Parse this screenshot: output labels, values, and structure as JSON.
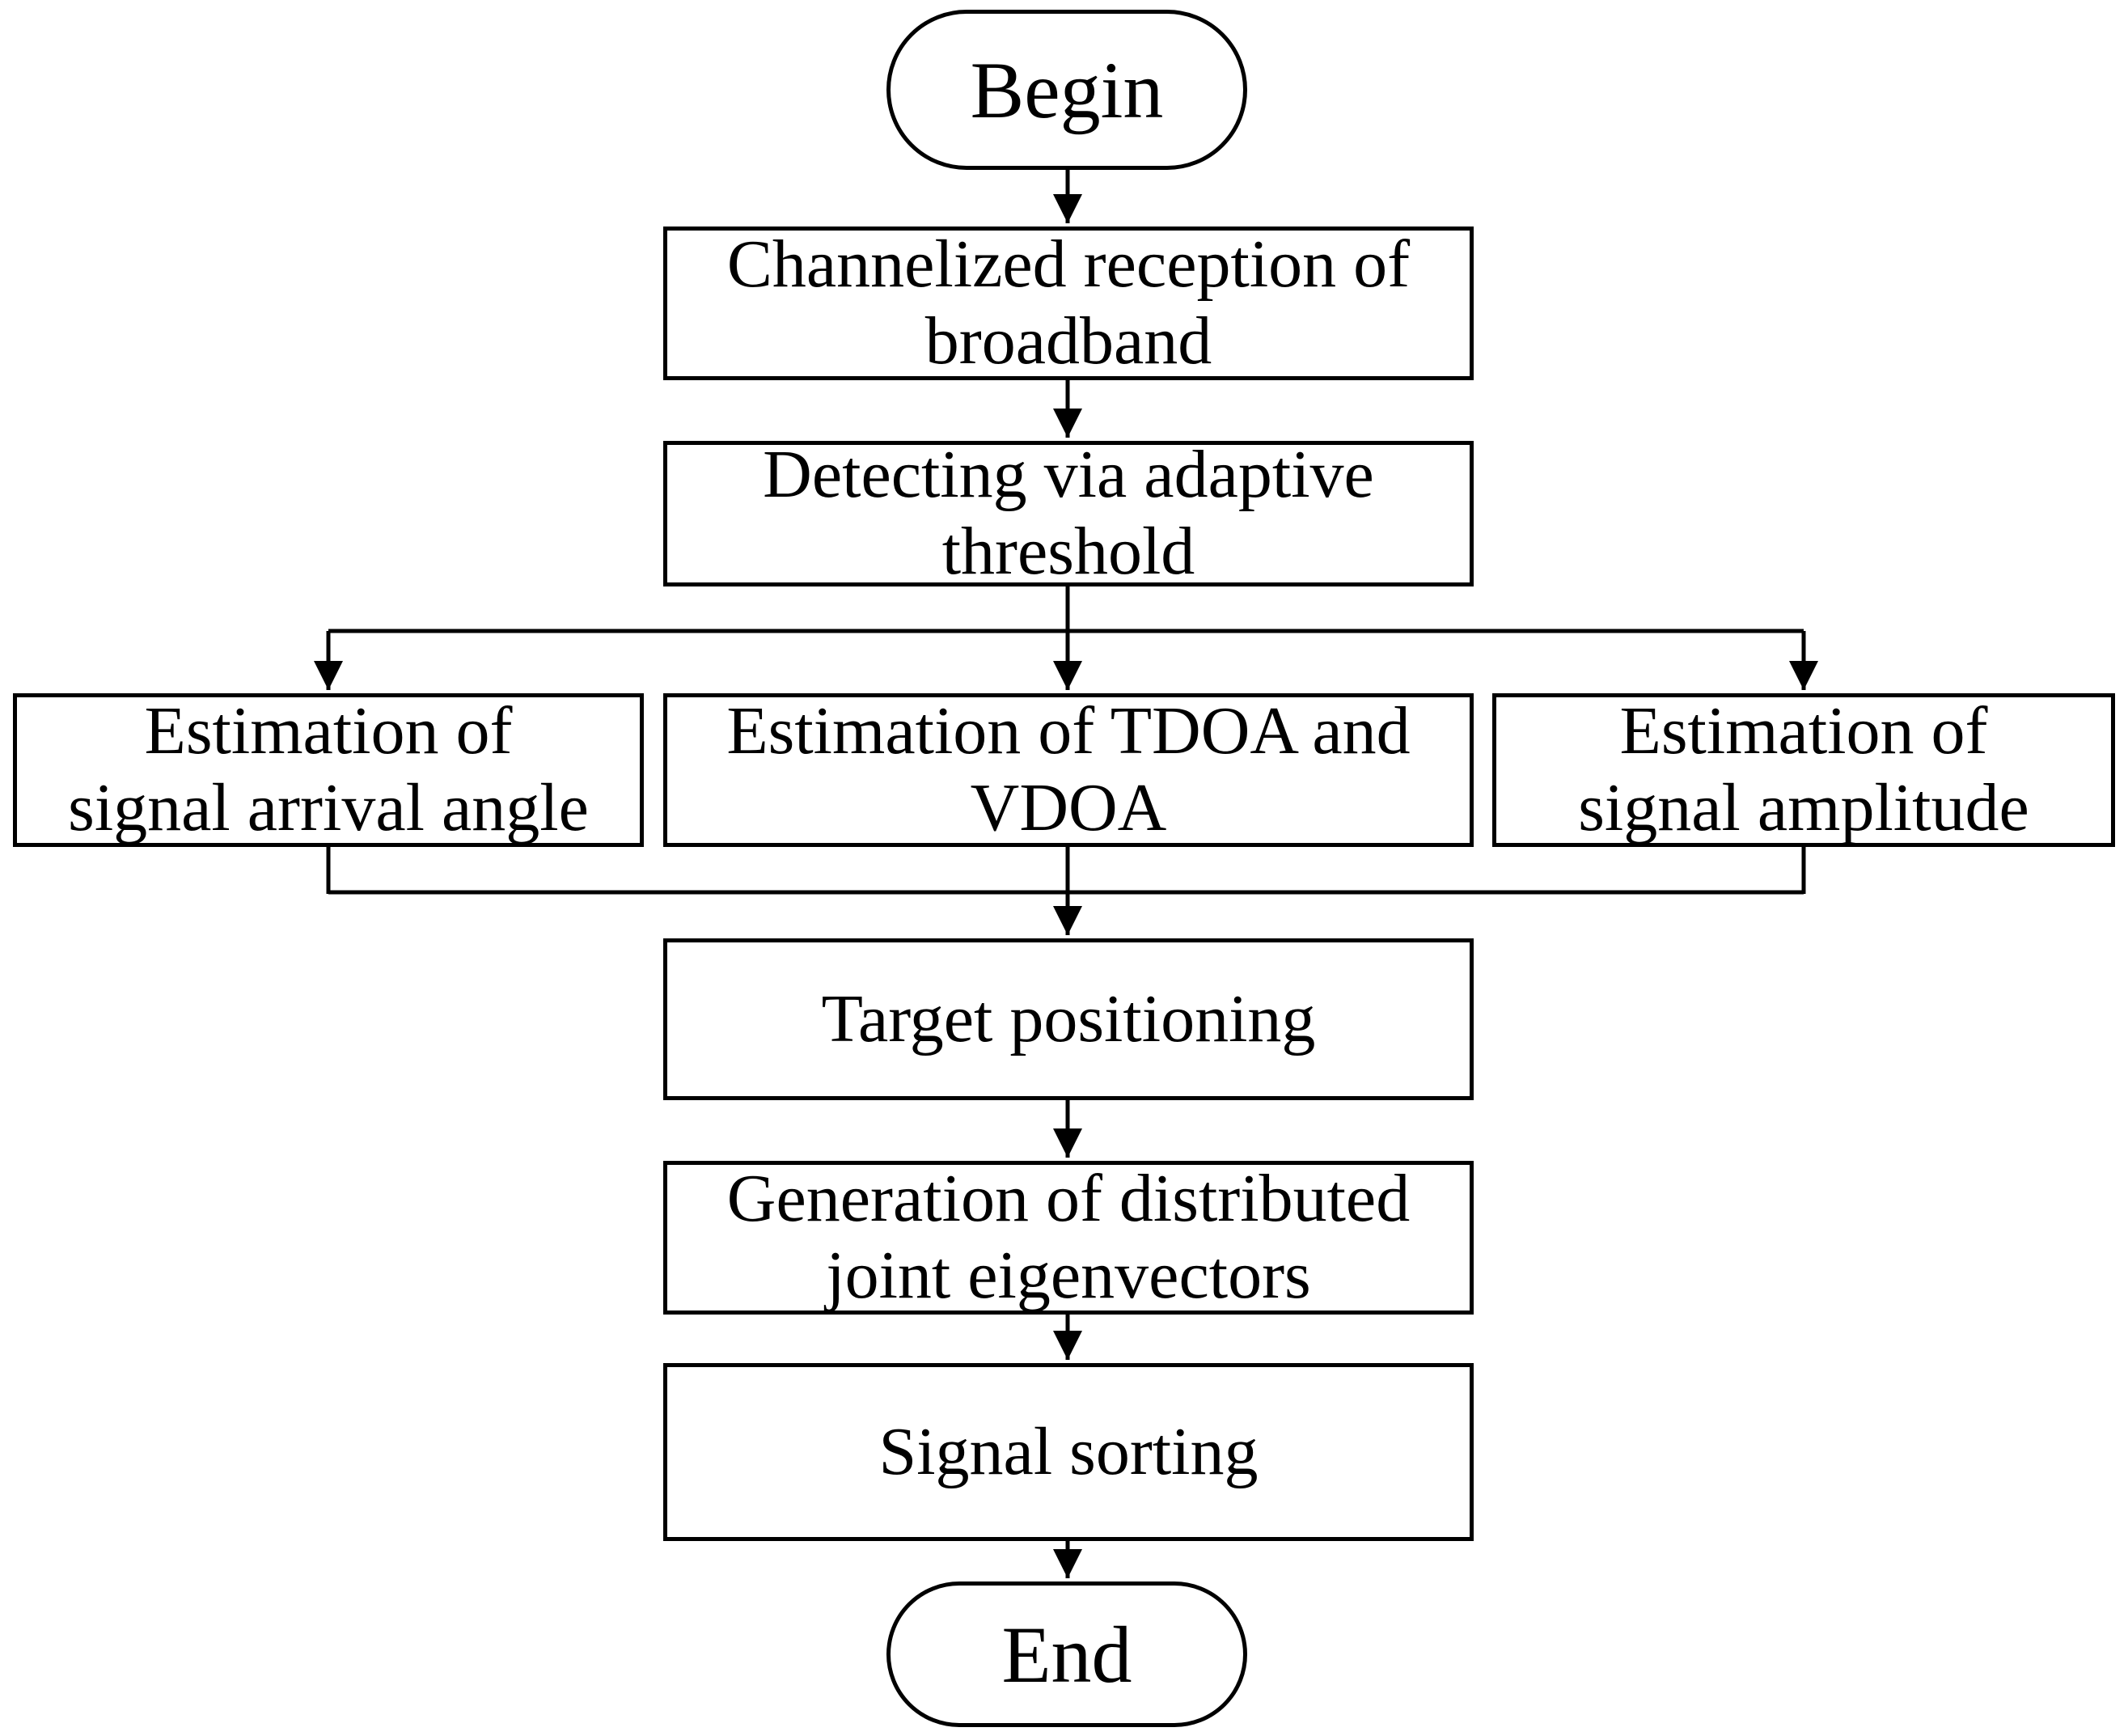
{
  "diagram": {
    "type": "flowchart",
    "colors": {
      "stroke": "#000000",
      "fill": "#ffffff",
      "text": "#000000",
      "background": "#ffffff"
    },
    "nodes": {
      "begin": {
        "shape": "terminator",
        "label": "Begin",
        "lines": [
          "Begin"
        ]
      },
      "channelized": {
        "shape": "process",
        "label": "Channelized reception of broadband",
        "lines": [
          "Channelized reception of",
          "broadband"
        ]
      },
      "detecting": {
        "shape": "process",
        "label": "Detecting via adaptive threshold",
        "lines": [
          "Detecting via adaptive",
          "threshold"
        ]
      },
      "est_angle": {
        "shape": "process",
        "label": "Estimation of signal arrival angle",
        "lines": [
          "Estimation of",
          "signal arrival angle"
        ]
      },
      "est_tdoa": {
        "shape": "process",
        "label": "Estimation of TDOA and VDOA",
        "lines": [
          "Estimation of TDOA and",
          "VDOA"
        ]
      },
      "est_amplitude": {
        "shape": "process",
        "label": "Estimation of signal amplitude",
        "lines": [
          "Estimation of",
          "signal amplitude"
        ]
      },
      "target": {
        "shape": "process",
        "label": "Target positioning",
        "lines": [
          "Target positioning"
        ]
      },
      "generation": {
        "shape": "process",
        "label": "Generation of distributed joint eigenvectors",
        "lines": [
          "Generation of distributed",
          "joint eigenvectors"
        ]
      },
      "sorting": {
        "shape": "process",
        "label": "Signal sorting",
        "lines": [
          "Signal sorting"
        ]
      },
      "end": {
        "shape": "terminator",
        "label": "End",
        "lines": [
          "End"
        ]
      }
    },
    "edges": [
      {
        "from": "begin",
        "to": "channelized"
      },
      {
        "from": "channelized",
        "to": "detecting"
      },
      {
        "from": "detecting",
        "to": "est_angle"
      },
      {
        "from": "detecting",
        "to": "est_tdoa"
      },
      {
        "from": "detecting",
        "to": "est_amplitude"
      },
      {
        "from": "est_angle",
        "to": "target"
      },
      {
        "from": "est_tdoa",
        "to": "target"
      },
      {
        "from": "est_amplitude",
        "to": "target"
      },
      {
        "from": "target",
        "to": "generation"
      },
      {
        "from": "generation",
        "to": "sorting"
      },
      {
        "from": "sorting",
        "to": "end"
      }
    ]
  }
}
